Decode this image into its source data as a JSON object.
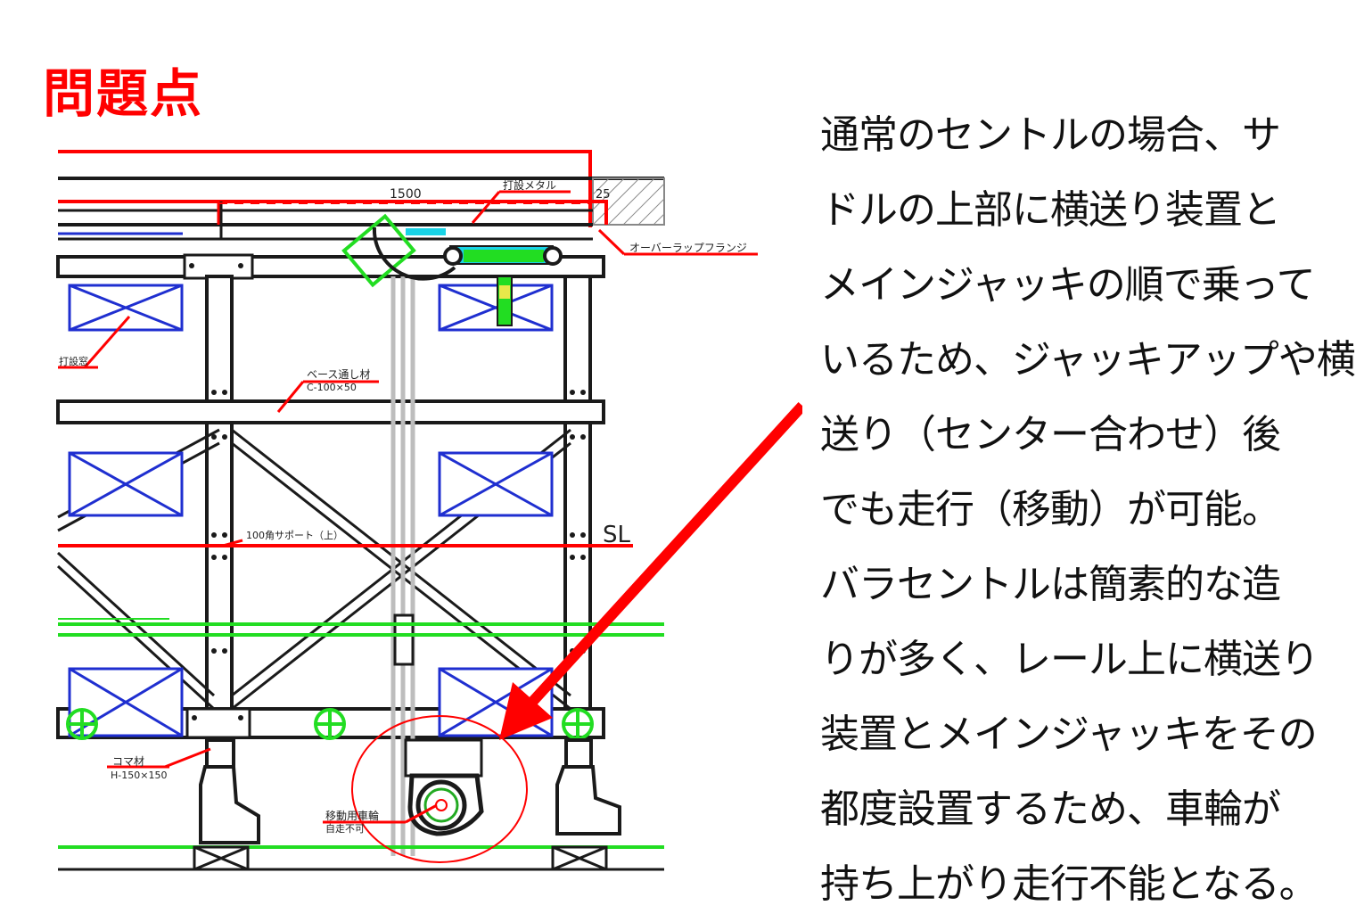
{
  "title": "問題点",
  "explanation_lines": [
    "通常のセントルの場合、サ",
    "ドルの上部に横送り装置と",
    "メインジャッキの順で乗って",
    "いるため、ジャッキアップや横",
    "送り（センター合わせ）後",
    "でも走行（移動）が可能。",
    "バラセントルは簡素的な造",
    "りが多く、レール上に横送り",
    "装置とメインジャッキをその",
    "都度設置するため、車輪が",
    "持ち上がり走行不能となる。"
  ],
  "drawing_labels": {
    "dimension": "1500",
    "dim_small": "25",
    "top_metal": "打設メタル",
    "overlap_flange": "オーバーラップフランジ",
    "opening": "打設窓",
    "base_member": "ベース通し材",
    "base_member_size": "C-100×50",
    "support": "100角サポート（上）",
    "sl": "SL",
    "koma": "コマ材",
    "koma_size": "H-150×150",
    "wheel": "移動用車輪",
    "wheel_note": "自走不可"
  },
  "colors": {
    "title": "#ff0000",
    "annotation_red": "#ff0000",
    "frame_black": "#1a1a1a",
    "box_blue": "#1f2fd0",
    "rail_green": "#22dd22",
    "cyan": "#19d3e6",
    "gray": "#bdbdbd"
  }
}
